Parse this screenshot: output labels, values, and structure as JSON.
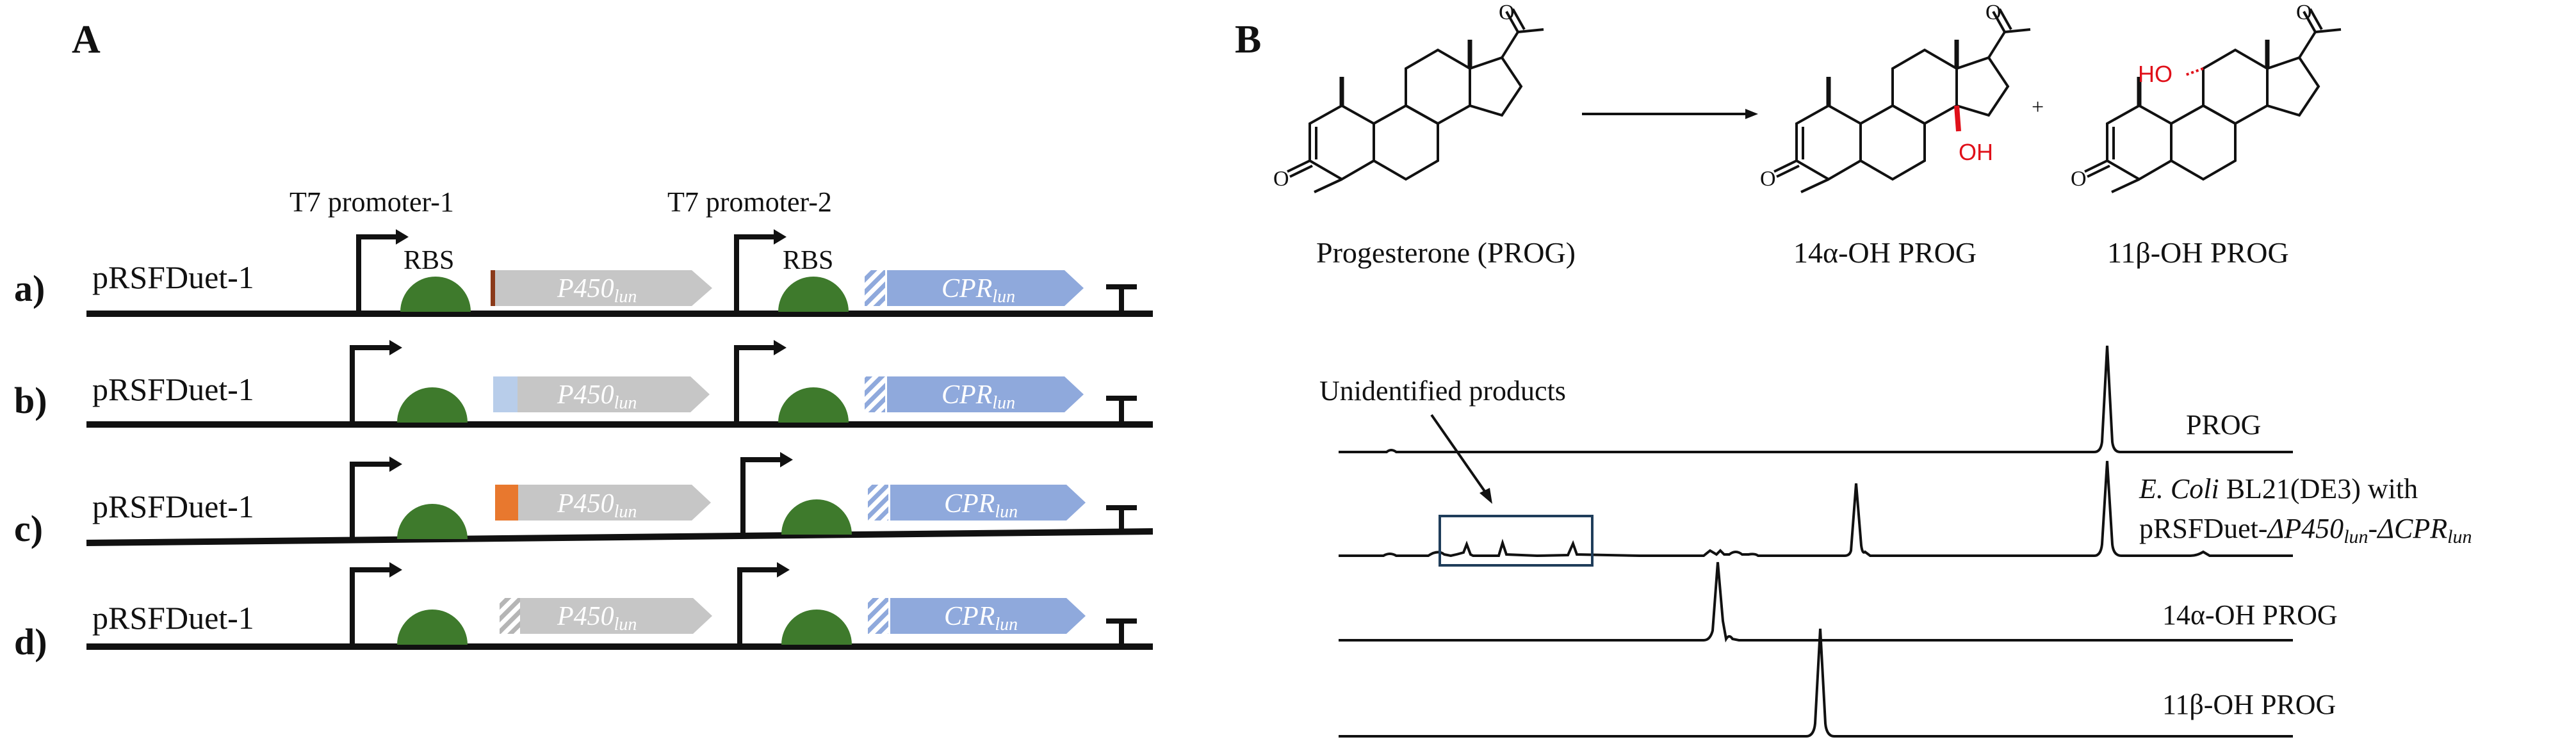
{
  "panel_a": {
    "label": "A",
    "promoter1_label": "T7 promoter-1",
    "promoter2_label": "T7 promoter-2",
    "rbs_label": "RBS",
    "constructs": [
      {
        "row_label": "a)",
        "plasmid": "pRSFDuet-1",
        "tag1_color": "#8b3a1a",
        "tag1_style": "thin-bar",
        "gene1": "P450",
        "gene1_sub": "lun",
        "gene2": "CPR",
        "gene2_sub": "lun"
      },
      {
        "row_label": "b)",
        "plasmid": "pRSFDuet-1",
        "tag1_color": "#b8cdea",
        "tag1_style": "solid",
        "gene1": "P450",
        "gene1_sub": "lun",
        "gene2": "CPR",
        "gene2_sub": "lun"
      },
      {
        "row_label": "c)",
        "plasmid": "pRSFDuet-1",
        "tag1_color": "#e8782e",
        "tag1_style": "solid",
        "gene1": "P450",
        "gene1_sub": "lun",
        "gene2": "CPR",
        "gene2_sub": "lun"
      },
      {
        "row_label": "d)",
        "plasmid": "pRSFDuet-1",
        "tag1_color": "#bbbbbb",
        "tag1_style": "hatched",
        "gene1": "P450",
        "gene1_sub": "lun",
        "gene2": "CPR",
        "gene2_sub": "lun"
      }
    ],
    "colors": {
      "rbs": "#3e7a2c",
      "p450": "#c6c6c6",
      "cpr": "#8fa9dc",
      "backbone": "#111111"
    }
  },
  "panel_b": {
    "label": "B",
    "substrate_label": "Progesterone (PROG)",
    "product1_label": "14α-OH PROG",
    "product2_label": "11β-OH PROG",
    "plus": "+",
    "oh_label": "OH",
    "ho_label": "HO",
    "oxo_label": "O",
    "annotation": "Unidentified products",
    "traces": [
      {
        "label": "PROG"
      },
      {
        "label_line1_italic": "E. Coli",
        "label_line1_rest": " BL21(DE3) with",
        "label_line2_prefix": "pRSFDuet-",
        "label_line2_d1": "ΔP450",
        "label_line2_sub1": "lun",
        "label_line2_sep": "-",
        "label_line2_d2": "ΔCPR",
        "label_line2_sub2": "lun"
      },
      {
        "label": "14α-OH PROG"
      },
      {
        "label": "11β-OH PROG"
      }
    ],
    "highlight_color": "#e0101a"
  }
}
